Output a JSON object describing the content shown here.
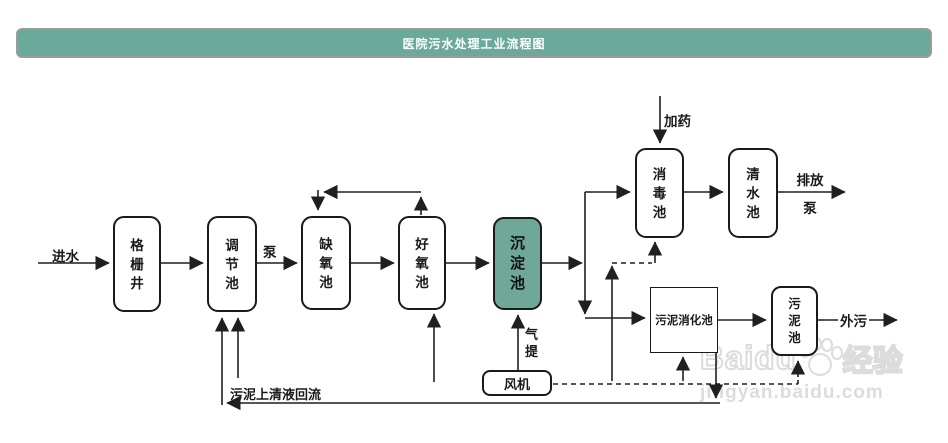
{
  "header": {
    "title": "医院污水处理工业流程图",
    "bg_color": "#6BA99B",
    "text_color": "#ffffff"
  },
  "nodes": {
    "grid_well": {
      "label": "格栅井"
    },
    "regulating_tank": {
      "label": "调节池"
    },
    "anoxic_tank": {
      "label": "缺氧池"
    },
    "aerobic_tank": {
      "label": "好氧池"
    },
    "sedimentation_tank": {
      "label": "沉淀池",
      "fill": "#6FA898"
    },
    "disinfection_tank": {
      "label": "消毒池"
    },
    "clear_water_tank": {
      "label": "清水池"
    },
    "sludge_digestion_tank": {
      "label": "污泥消化池"
    },
    "sludge_tank": {
      "label": "污泥池"
    },
    "fan": {
      "label": "风机"
    }
  },
  "labels": {
    "inflow": "进水",
    "pump": "泵",
    "dosing": "加药",
    "discharge_top": "排放",
    "discharge_bottom": "泵",
    "outflow": "外污",
    "air_lift": "气提",
    "supernatant_return": "污泥上清液回流"
  },
  "watermark": {
    "brand": "Baidu",
    "brand_cn": "经验",
    "url": "jingyan.baidu.com"
  },
  "line_color": "#1f1f1f"
}
